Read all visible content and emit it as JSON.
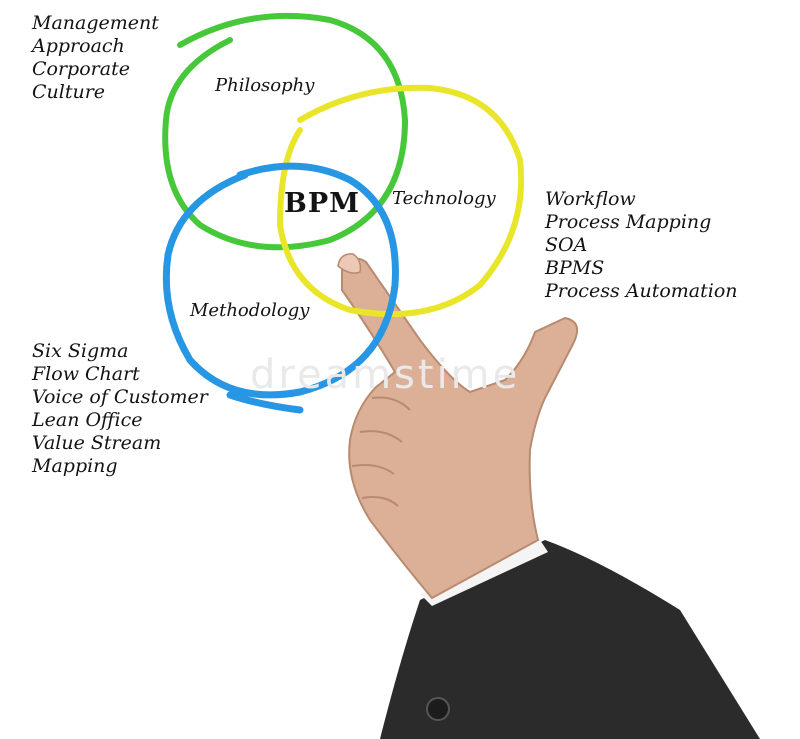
{
  "colors": {
    "philosophy": "#47c83a",
    "technology": "#e9e62a",
    "methodology": "#2897e3",
    "text": "#141414",
    "sleeve": "#2b2b2b",
    "skin": "#ddb29a"
  },
  "diagram": {
    "center": "BPM",
    "circles": [
      {
        "id": "philosophy",
        "label": "Philosophy"
      },
      {
        "id": "technology",
        "label": "Technology"
      },
      {
        "id": "methodology",
        "label": "Methodology"
      }
    ]
  },
  "lists": {
    "philosophy": [
      "Management",
      "Approach",
      "Corporate",
      "Culture"
    ],
    "technology": [
      "Workflow",
      "Process Mapping",
      "SOA",
      "BPMS",
      "Process Automation"
    ],
    "methodology": [
      "Six Sigma",
      "Flow Chart",
      "Voice of Customer",
      "Lean Office",
      "Value Stream",
      "Mapping"
    ]
  },
  "watermark": "dreamstime"
}
